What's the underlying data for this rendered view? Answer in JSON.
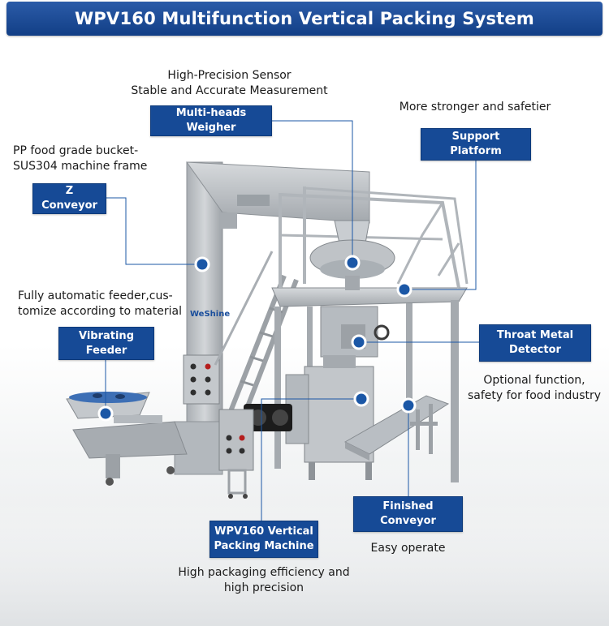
{
  "title": "WPV160 Multifunction Vertical Packing System",
  "components": [
    {
      "id": "weigher",
      "label": "Multi-heads Weigher",
      "desc": [
        "High-Precision Sensor",
        "Stable and Accurate Measurement"
      ]
    },
    {
      "id": "platform",
      "label": "Support Platform",
      "desc": [
        "More stronger and safetier"
      ]
    },
    {
      "id": "zconveyor",
      "label": "Z Conveyor",
      "desc": [
        "PP food grade bucket-",
        "SUS304 machine frame"
      ]
    },
    {
      "id": "feeder",
      "label": "Vibrating Feeder",
      "desc": [
        "Fully automatic feeder,cus-",
        "tomize according to material"
      ]
    },
    {
      "id": "detector",
      "label": [
        "Throat Metal",
        "Detector"
      ],
      "desc": [
        "Optional function,",
        "safety for food industry"
      ]
    },
    {
      "id": "finished",
      "label": "Finished Conveyor",
      "desc": [
        "Easy operate"
      ]
    },
    {
      "id": "packer",
      "label": [
        "WPV160 Vertical",
        "Packing Machine"
      ],
      "desc": [
        "High packaging efficiency and",
        "high precision"
      ]
    }
  ],
  "logo_text": "WeShine",
  "colors": {
    "accent": "#164a96",
    "line": "#1b57a6",
    "steel": "#b9bec3"
  }
}
